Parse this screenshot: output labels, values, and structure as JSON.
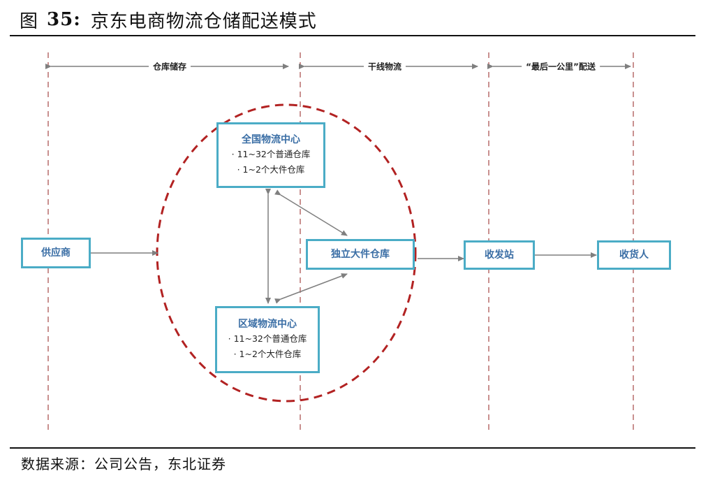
{
  "figure": {
    "label": "图",
    "number": "35:",
    "title": "京东电商物流仓储配送模式"
  },
  "source": "数据来源：公司公告，东北证券",
  "phases": [
    {
      "label": "仓库储存"
    },
    {
      "label": "干线物流"
    },
    {
      "label": "“最后一公里”配送"
    }
  ],
  "nodes": {
    "supplier": {
      "label": "供应商"
    },
    "national_center": {
      "label": "全国物流中心",
      "items": [
        "· 11~32个普通仓库",
        "· 1~2个大件仓库"
      ]
    },
    "regional_center": {
      "label": "区域物流中心",
      "items": [
        "· 11~32个普通仓库",
        "· 1~2个大件仓库"
      ]
    },
    "bulk_warehouse": {
      "label": "独立大件仓库"
    },
    "station": {
      "label": "收发站"
    },
    "receiver": {
      "label": "收货人"
    }
  },
  "colors": {
    "box_border": "#4bacc6",
    "box_title": "#3a6ea5",
    "dashed_divider": "#c9908f",
    "dashed_circle": "#b22222",
    "arrow": "#7f7f7f"
  }
}
